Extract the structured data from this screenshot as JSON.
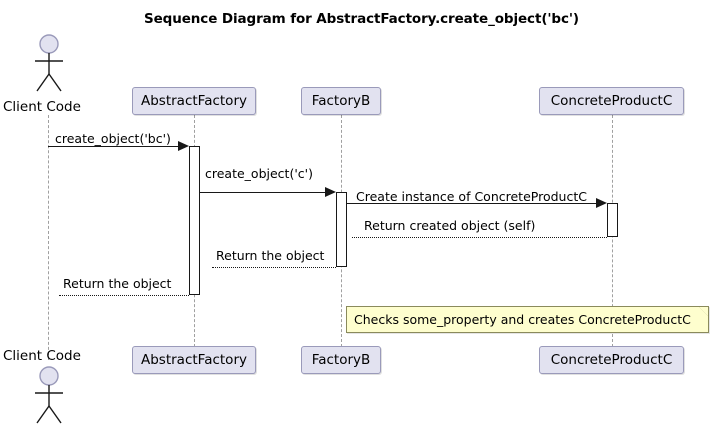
{
  "diagram": {
    "type": "uml-sequence-diagram",
    "title": "Sequence Diagram for AbstractFactory.create_object('bc')",
    "colors": {
      "participant_fill": "#E2E2F0",
      "participant_border": "#9A9ABA",
      "note_fill": "#FEFECE",
      "note_border": "#8A8A5C",
      "line": "#181818",
      "lifeline": "#A0A0A0",
      "background": "#FFFFFF"
    }
  },
  "participants": [
    {
      "id": "client",
      "label": "Client Code",
      "kind": "actor"
    },
    {
      "id": "abstractfactory",
      "label": "AbstractFactory",
      "kind": "participant"
    },
    {
      "id": "factoryb",
      "label": "FactoryB",
      "kind": "participant"
    },
    {
      "id": "concreteproductc",
      "label": "ConcreteProductC",
      "kind": "participant"
    }
  ],
  "messages": [
    {
      "index": 1,
      "label": "create_object('bc')",
      "from": "client",
      "to": "abstractfactory",
      "style": "solid",
      "direction": "right",
      "kind": "call"
    },
    {
      "index": 2,
      "label": "create_object('c')",
      "from": "abstractfactory",
      "to": "factoryb",
      "style": "solid",
      "direction": "right",
      "kind": "call"
    },
    {
      "index": 3,
      "label": "Create instance of ConcreteProductC",
      "from": "factoryb",
      "to": "concreteproductc",
      "style": "solid",
      "direction": "right",
      "kind": "call"
    },
    {
      "index": 4,
      "label": "Return created object (self)",
      "from": "concreteproductc",
      "to": "factoryb",
      "style": "dotted",
      "direction": "left",
      "kind": "return"
    },
    {
      "index": 5,
      "label": "Return the object",
      "from": "factoryb",
      "to": "abstractfactory",
      "style": "dotted",
      "direction": "left",
      "kind": "return"
    },
    {
      "index": 6,
      "label": "Return the object",
      "from": "abstractfactory",
      "to": "client",
      "style": "dotted",
      "direction": "left",
      "kind": "return"
    }
  ],
  "notes": [
    {
      "id": "note-factoryb",
      "text": "Checks some_property and creates ConcreteProductC",
      "attached_to": "factoryb"
    }
  ]
}
